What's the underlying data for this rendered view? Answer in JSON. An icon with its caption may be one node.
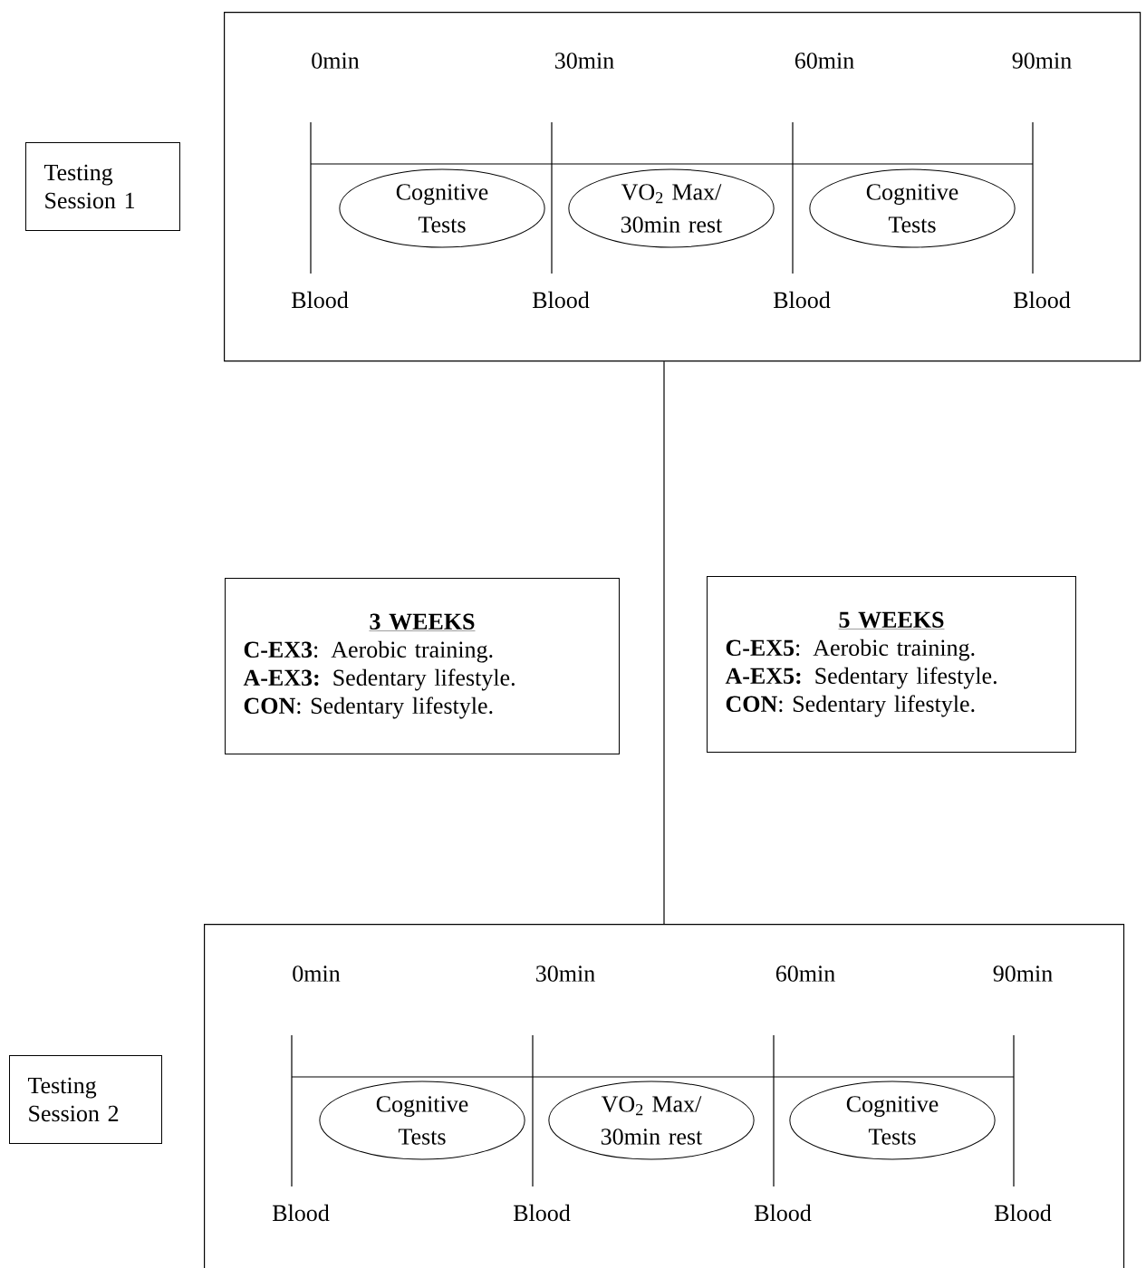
{
  "diagram": {
    "nodes": [
      {
        "text": [
          "Testing Session 1"
        ]
      },
      {
        "text": [],
        "shape": "box"
      },
      {
        "text": [
          "Cognitive Tests"
        ],
        "in": 1
      },
      {
        "text": [
          "VO$_{2}$ Max/ 30min rest"
        ],
        "in": 1
      },
      {
        "text": [
          "Cognitive Tests"
        ],
        "in": 1
      },
      {
        "text": [
          "3 WEEKS",
          "**C-EX3**: Aerobic training.",
          "**A-EX3:** Sedentary lifestyle.",
          "**CON**: Sedentary lifestyle."
        ]
      },
      {
        "text": [
          "5 WEEKS",
          "**C-EX5**: Aerobic training.",
          "**A-EX5:** Sedentary lifestyle.",
          "**CON**: Sedentary lifestyle."
        ]
      },
      {
        "text": [
          "Testing Session 2"
        ]
      },
      {
        "text": [],
        "shape": "box"
      },
      {
        "text": [
          "Cognitive Tests"
        ],
        "in": 8
      },
      {
        "text": [
          "VO$_{2}$ Max/ 30min rest"
        ],
        "in": 8
      },
      {
        "text": [
          "Cognitive Tests"
        ],
        "in": 8
      }
    ],
    "edges": [
      {
        "from": 1,
        "to": 8,
        "arrow": "none"
      }
    ],
    "labels": [
      "0min",
      "30min",
      "60min",
      "90min",
      "Blood",
      "Blood",
      "Blood",
      "Blood",
      "0min",
      "30min",
      "60min",
      "90min",
      "Blood",
      "Blood",
      "Blood",
      "Blood"
    ]
  }
}
